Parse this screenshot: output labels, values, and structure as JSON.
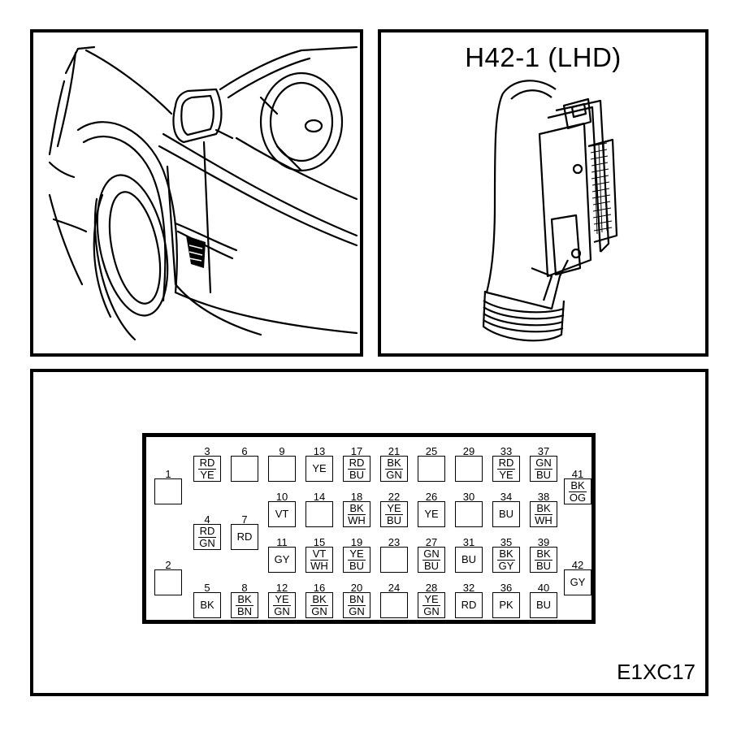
{
  "connector": {
    "title": "H42-1 (LHD)",
    "diagram_code": "E1XC17"
  },
  "pins": [
    {
      "num": "1",
      "c1": "",
      "c2": ""
    },
    {
      "num": "2",
      "c1": "",
      "c2": ""
    },
    {
      "num": "3",
      "c1": "RD",
      "c2": "YE"
    },
    {
      "num": "4",
      "c1": "RD",
      "c2": "GN"
    },
    {
      "num": "5",
      "c1": "BK",
      "c2": ""
    },
    {
      "num": "6",
      "c1": "",
      "c2": ""
    },
    {
      "num": "7",
      "c1": "RD",
      "c2": ""
    },
    {
      "num": "8",
      "c1": "BK",
      "c2": "BN"
    },
    {
      "num": "9",
      "c1": "",
      "c2": ""
    },
    {
      "num": "10",
      "c1": "VT",
      "c2": ""
    },
    {
      "num": "11",
      "c1": "GY",
      "c2": ""
    },
    {
      "num": "12",
      "c1": "YE",
      "c2": "GN"
    },
    {
      "num": "13",
      "c1": "YE",
      "c2": ""
    },
    {
      "num": "14",
      "c1": "",
      "c2": ""
    },
    {
      "num": "15",
      "c1": "VT",
      "c2": "WH"
    },
    {
      "num": "16",
      "c1": "BK",
      "c2": "GN"
    },
    {
      "num": "17",
      "c1": "RD",
      "c2": "BU"
    },
    {
      "num": "18",
      "c1": "BK",
      "c2": "WH"
    },
    {
      "num": "19",
      "c1": "YE",
      "c2": "BU"
    },
    {
      "num": "20",
      "c1": "BN",
      "c2": "GN"
    },
    {
      "num": "21",
      "c1": "BK",
      "c2": "GN"
    },
    {
      "num": "22",
      "c1": "YE",
      "c2": "BU"
    },
    {
      "num": "23",
      "c1": "",
      "c2": ""
    },
    {
      "num": "24",
      "c1": "",
      "c2": ""
    },
    {
      "num": "25",
      "c1": "",
      "c2": ""
    },
    {
      "num": "26",
      "c1": "YE",
      "c2": ""
    },
    {
      "num": "27",
      "c1": "GN",
      "c2": "BU"
    },
    {
      "num": "28",
      "c1": "YE",
      "c2": "GN"
    },
    {
      "num": "29",
      "c1": "",
      "c2": ""
    },
    {
      "num": "30",
      "c1": "",
      "c2": ""
    },
    {
      "num": "31",
      "c1": "BU",
      "c2": ""
    },
    {
      "num": "32",
      "c1": "RD",
      "c2": ""
    },
    {
      "num": "33",
      "c1": "RD",
      "c2": "YE"
    },
    {
      "num": "34",
      "c1": "BU",
      "c2": ""
    },
    {
      "num": "35",
      "c1": "BK",
      "c2": "GY"
    },
    {
      "num": "36",
      "c1": "PK",
      "c2": ""
    },
    {
      "num": "37",
      "c1": "GN",
      "c2": "BU"
    },
    {
      "num": "38",
      "c1": "BK",
      "c2": "WH"
    },
    {
      "num": "39",
      "c1": "BK",
      "c2": "BU"
    },
    {
      "num": "40",
      "c1": "BU",
      "c2": ""
    },
    {
      "num": "41",
      "c1": "BK",
      "c2": "OG"
    },
    {
      "num": "42",
      "c1": "GY",
      "c2": ""
    }
  ]
}
